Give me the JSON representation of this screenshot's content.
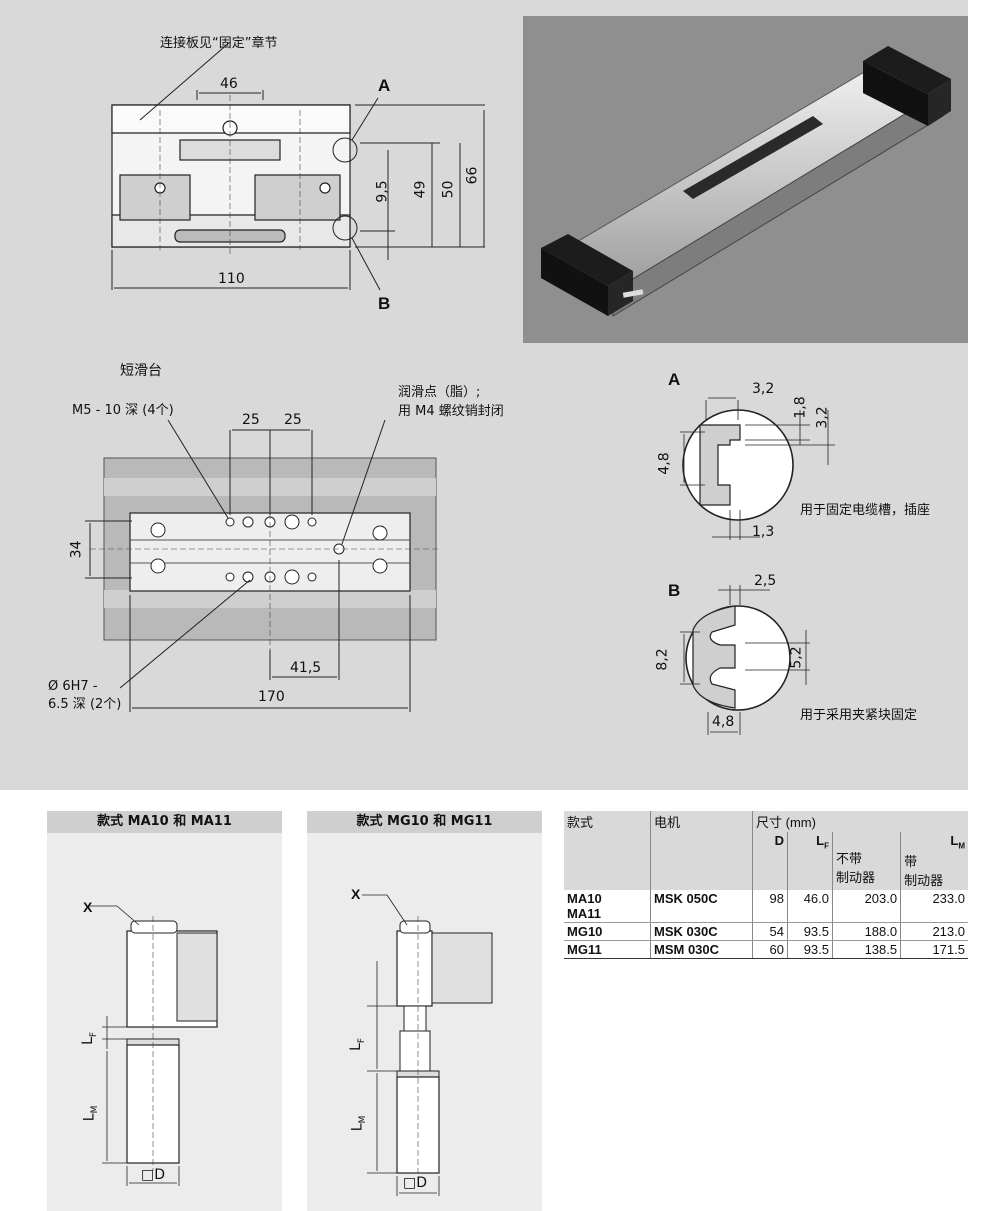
{
  "top": {
    "connector_note": "连接板见“固定”章节",
    "dim_46": "46",
    "dim_110": "110",
    "dim_9_5": "9,5",
    "dim_49": "49",
    "dim_50": "50",
    "dim_66": "66",
    "mark_a": "A",
    "mark_b": "B"
  },
  "carriage": {
    "title": "短滑台",
    "m5_note": "M5 - 10 深 (4个)",
    "lube_note_1": "润滑点（脂）;",
    "lube_note_2": "用 M4 螺纹销封闭",
    "dim_25a": "25",
    "dim_25b": "25",
    "dim_34": "34",
    "dim_41_5": "41,5",
    "dim_170": "170",
    "pin_note_1": "Ø 6H7 -",
    "pin_note_2": "6.5 深 (2个)"
  },
  "detail_a": {
    "label": "A",
    "dim_3_2_top": "3,2",
    "dim_1_8": "1,8",
    "dim_3_2_side": "3,2",
    "dim_4_8": "4,8",
    "dim_1_3": "1,3",
    "note": "用于固定电缆槽，插座"
  },
  "detail_b": {
    "label": "B",
    "dim_2_5": "2,5",
    "dim_8_2": "8,2",
    "dim_5_2": "5,2",
    "dim_4_8": "4,8",
    "note": "用于采用夹紧块固定"
  },
  "variant_ma": {
    "title": "款式 MA10 和 MA11",
    "x_label": "X",
    "lf_label": "L",
    "lf_sub": "F",
    "lm_label": "L",
    "lm_sub": "M",
    "d_label": "□D"
  },
  "variant_mg": {
    "title": "款式 MG10 和 MG11",
    "x_label": "X",
    "lf_label": "L",
    "lf_sub": "F",
    "lm_label": "L",
    "lm_sub": "M",
    "d_label": "□D"
  },
  "table": {
    "h_model": "款式",
    "h_motor": "电机",
    "h_dims": "尺寸 (mm)",
    "h_d": "D",
    "h_lf": "L",
    "h_lf_sub": "F",
    "h_lm": "L",
    "h_lm_sub": "M",
    "h_no_brake_1": "不带",
    "h_no_brake_2": "制动器",
    "h_brake_1": "带",
    "h_brake_2": "制动器",
    "rows": [
      {
        "model": "MA10",
        "model2": "MA11",
        "motor": "MSK 050C",
        "d": "98",
        "lf": "46.0",
        "lm_nb": "203.0",
        "lm_b": "233.0"
      },
      {
        "model": "MG10",
        "model2": "",
        "motor": "MSK 030C",
        "d": "54",
        "lf": "93.5",
        "lm_nb": "188.0",
        "lm_b": "213.0"
      },
      {
        "model": "MG11",
        "model2": "",
        "motor": "MSM 030C",
        "d": "60",
        "lf": "93.5",
        "lm_nb": "138.5",
        "lm_b": "171.5"
      }
    ]
  }
}
